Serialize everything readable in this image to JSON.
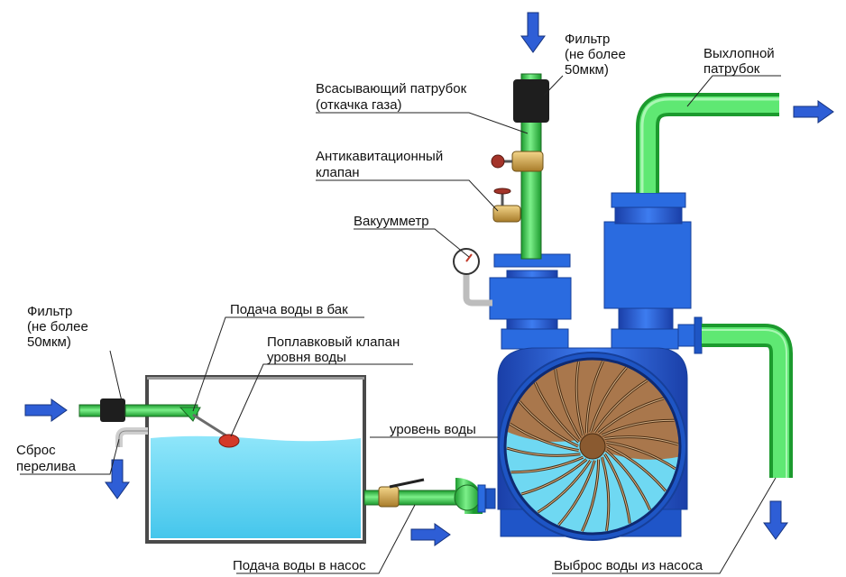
{
  "labels": {
    "filter_top_1": "Фильтр",
    "filter_top_2": "(не более",
    "filter_top_3": "50мкм)",
    "exhaust_1": "Выхлопной",
    "exhaust_2": "патрубок",
    "suction_1": "Всасывающий патрубок",
    "suction_2": "(откачка газа)",
    "anticav_1": "Антикавитационный",
    "anticav_2": "клапан",
    "vacuum": "Вакуумметр",
    "filter_left_1": "Фильтр",
    "filter_left_2": "(не более",
    "filter_left_3": "50мкм)",
    "water_to_tank": "Подача воды в бак",
    "float_valve_1": "Поплавковый клапан",
    "float_valve_2": "уровня воды",
    "water_level": "уровень воды",
    "overflow_1": "Сброс",
    "overflow_2": "перелива",
    "water_to_pump": "Подача воды в насос",
    "water_out": "Выброс воды из насоса"
  },
  "colors": {
    "pipe": "#3fdc56",
    "pipe_dark": "#1c8a2a",
    "pump": "#2a6be0",
    "pump_dark": "#163f9a",
    "arrow": "#2e5ed6",
    "water": "#6fd8f2",
    "impeller": "#a9774c",
    "filter": "#1e1e1e",
    "valve": "#c8a24a",
    "tank_edge": "#5a5a5a"
  }
}
